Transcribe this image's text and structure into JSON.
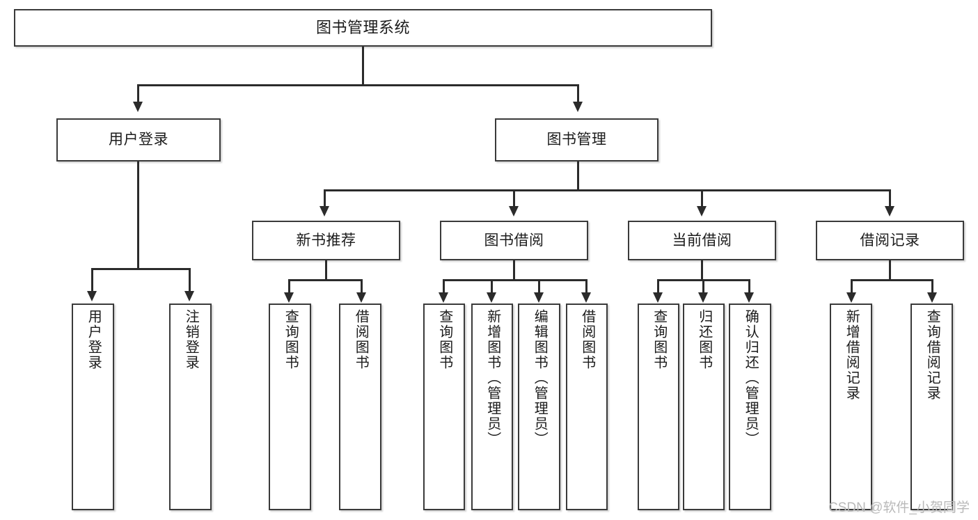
{
  "diagram": {
    "title": "图书管理系统",
    "type": "tree-hierarchy",
    "root": {
      "label": "图书管理系统"
    },
    "level2": [
      {
        "label": "用户登录"
      },
      {
        "label": "图书管理"
      }
    ],
    "level3": [
      {
        "label": "新书推荐"
      },
      {
        "label": "图书借阅"
      },
      {
        "label": "当前借阅"
      },
      {
        "label": "借阅记录"
      }
    ],
    "leaves": {
      "user_login": [
        {
          "label": "用户登录"
        },
        {
          "label": "注销登录"
        }
      ],
      "new_book_recommend": [
        {
          "label": "查询图书"
        },
        {
          "label": "借阅图书"
        }
      ],
      "book_borrow": [
        {
          "label": "查询图书"
        },
        {
          "label": "新增图书（管理员）"
        },
        {
          "label": "编辑图书（管理员）"
        },
        {
          "label": "借阅图书"
        }
      ],
      "current_borrow": [
        {
          "label": "查询图书"
        },
        {
          "label": "归还图书"
        },
        {
          "label": "确认归还（管理员）"
        }
      ],
      "borrow_record": [
        {
          "label": "新增借阅记录"
        },
        {
          "label": "查询借阅记录"
        }
      ]
    }
  },
  "watermark": {
    "text": "CSDN @软件_小贺同学"
  },
  "colors": {
    "border": "#3a3a3a",
    "connector": "#2b2b2b",
    "background": "#ffffff",
    "watermark": "#b9b9b9"
  }
}
